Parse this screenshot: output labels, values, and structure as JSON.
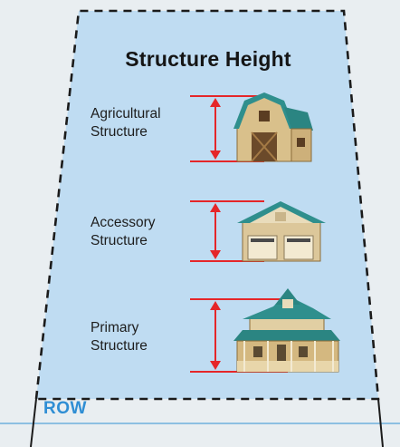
{
  "title": "Structure Height",
  "structures": [
    {
      "line1": "Agricultural",
      "line2": "Structure"
    },
    {
      "line1": "Accessory",
      "line2": "Structure"
    },
    {
      "line1": "Primary",
      "line2": "Structure"
    }
  ],
  "row_label": "ROW",
  "colors": {
    "background": "#e9eef1",
    "zone_fill": "#bfdcf2",
    "dashed_border": "#1b1b1b",
    "measure_arrow": "#e52629",
    "row_line": "#6fb0de",
    "row_text": "#2f8ed4",
    "roof": "#2f8f8d",
    "wall": "#d8c088"
  },
  "icons": [
    "barn-icon",
    "garage-icon",
    "farmhouse-icon"
  ]
}
